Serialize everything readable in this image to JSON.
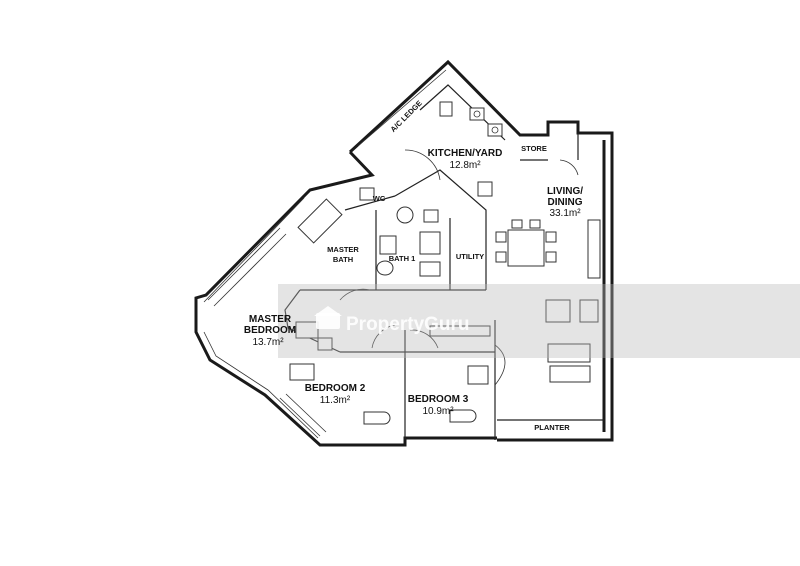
{
  "rooms": {
    "ac_ledge": {
      "label": "A/C LEDGE"
    },
    "kitchen": {
      "label": "KITCHEN/YARD",
      "area": "12.8m²"
    },
    "store": {
      "label": "STORE"
    },
    "living": {
      "label_line1": "LIVING/",
      "label_line2": "DINING",
      "area": "33.1m²"
    },
    "wc": {
      "label": "WC"
    },
    "master_bath": {
      "label_line1": "MASTER",
      "label_line2": "BATH"
    },
    "bath1": {
      "label": "BATH 1"
    },
    "utility": {
      "label": "UTILITY"
    },
    "master_bedroom": {
      "label_line1": "MASTER",
      "label_line2": "BEDROOM",
      "area": "13.7m²"
    },
    "bedroom2": {
      "label": "BEDROOM 2",
      "area": "11.3m²"
    },
    "bedroom3": {
      "label": "BEDROOM 3",
      "area": "10.9m²"
    },
    "planter": {
      "label": "PLANTER"
    }
  },
  "watermark": {
    "text": "PropertyGuru"
  },
  "colors": {
    "ink": "#1a1a1a",
    "background": "#ffffff",
    "watermark_band": "#b9b9b9"
  }
}
